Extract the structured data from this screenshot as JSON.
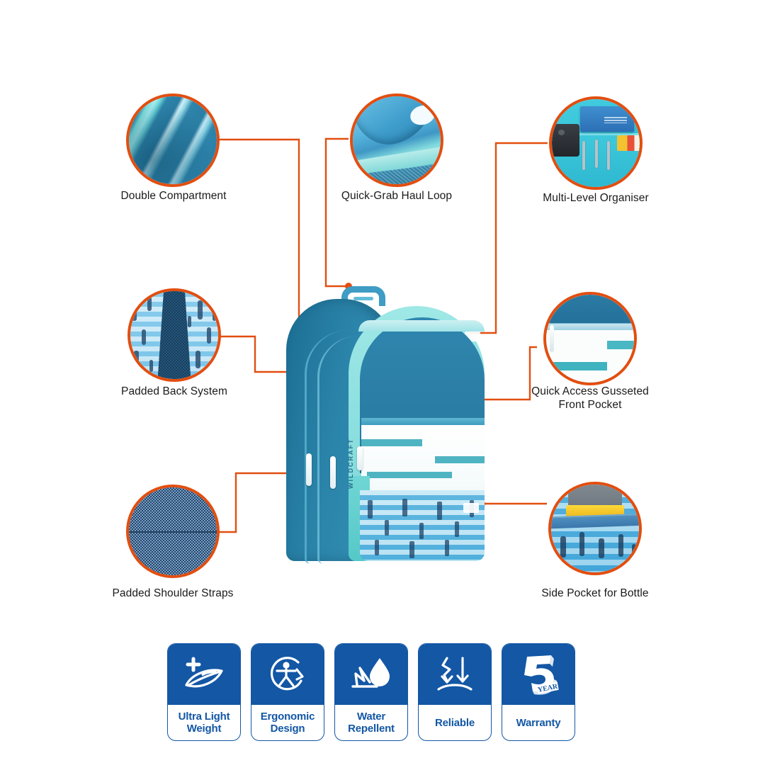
{
  "product": {
    "brand_text": "WILDCRAFT",
    "image_name": "blue-kids-backpack"
  },
  "callouts": [
    {
      "id": "double-compartment",
      "label": "Double Compartment",
      "art": "double"
    },
    {
      "id": "quick-grab-haul-loop",
      "label": "Quick-Grab Haul Loop",
      "art": "loop"
    },
    {
      "id": "multi-level-organiser",
      "label": "Multi-Level Organiser",
      "art": "org"
    },
    {
      "id": "padded-back-system",
      "label": "Padded Back System",
      "art": "back"
    },
    {
      "id": "quick-access-gusseted-front-pocket",
      "label": "Quick Access Gusseted\nFront Pocket",
      "art": "qa"
    },
    {
      "id": "padded-shoulder-straps",
      "label": "Padded Shoulder Straps",
      "art": "straps"
    },
    {
      "id": "side-pocket-for-bottle",
      "label": "Side Pocket for Bottle",
      "art": "bottle"
    }
  ],
  "badges": [
    {
      "id": "ultra-light-weight",
      "label": "Ultra Light\nWeight",
      "icon": "leaf-plus-icon"
    },
    {
      "id": "ergonomic-design",
      "label": "Ergonomic\nDesign",
      "icon": "ergonomic-figure-icon"
    },
    {
      "id": "water-repellent",
      "label": "Water\nRepellent",
      "icon": "water-droplet-icon"
    },
    {
      "id": "reliable",
      "label": "Reliable",
      "icon": "downward-arrows-icon"
    },
    {
      "id": "warranty",
      "label": "Warranty",
      "icon": "five-year-icon",
      "years": "5",
      "years_unit": "YEAR"
    }
  ],
  "colors": {
    "accent_orange": "#E24E10",
    "badge_blue": "#1357A5",
    "label_text": "#1a1a1a",
    "bag_teal": "#2a7ea4",
    "bag_cyan": "#8ee0e0",
    "background": "#ffffff"
  }
}
